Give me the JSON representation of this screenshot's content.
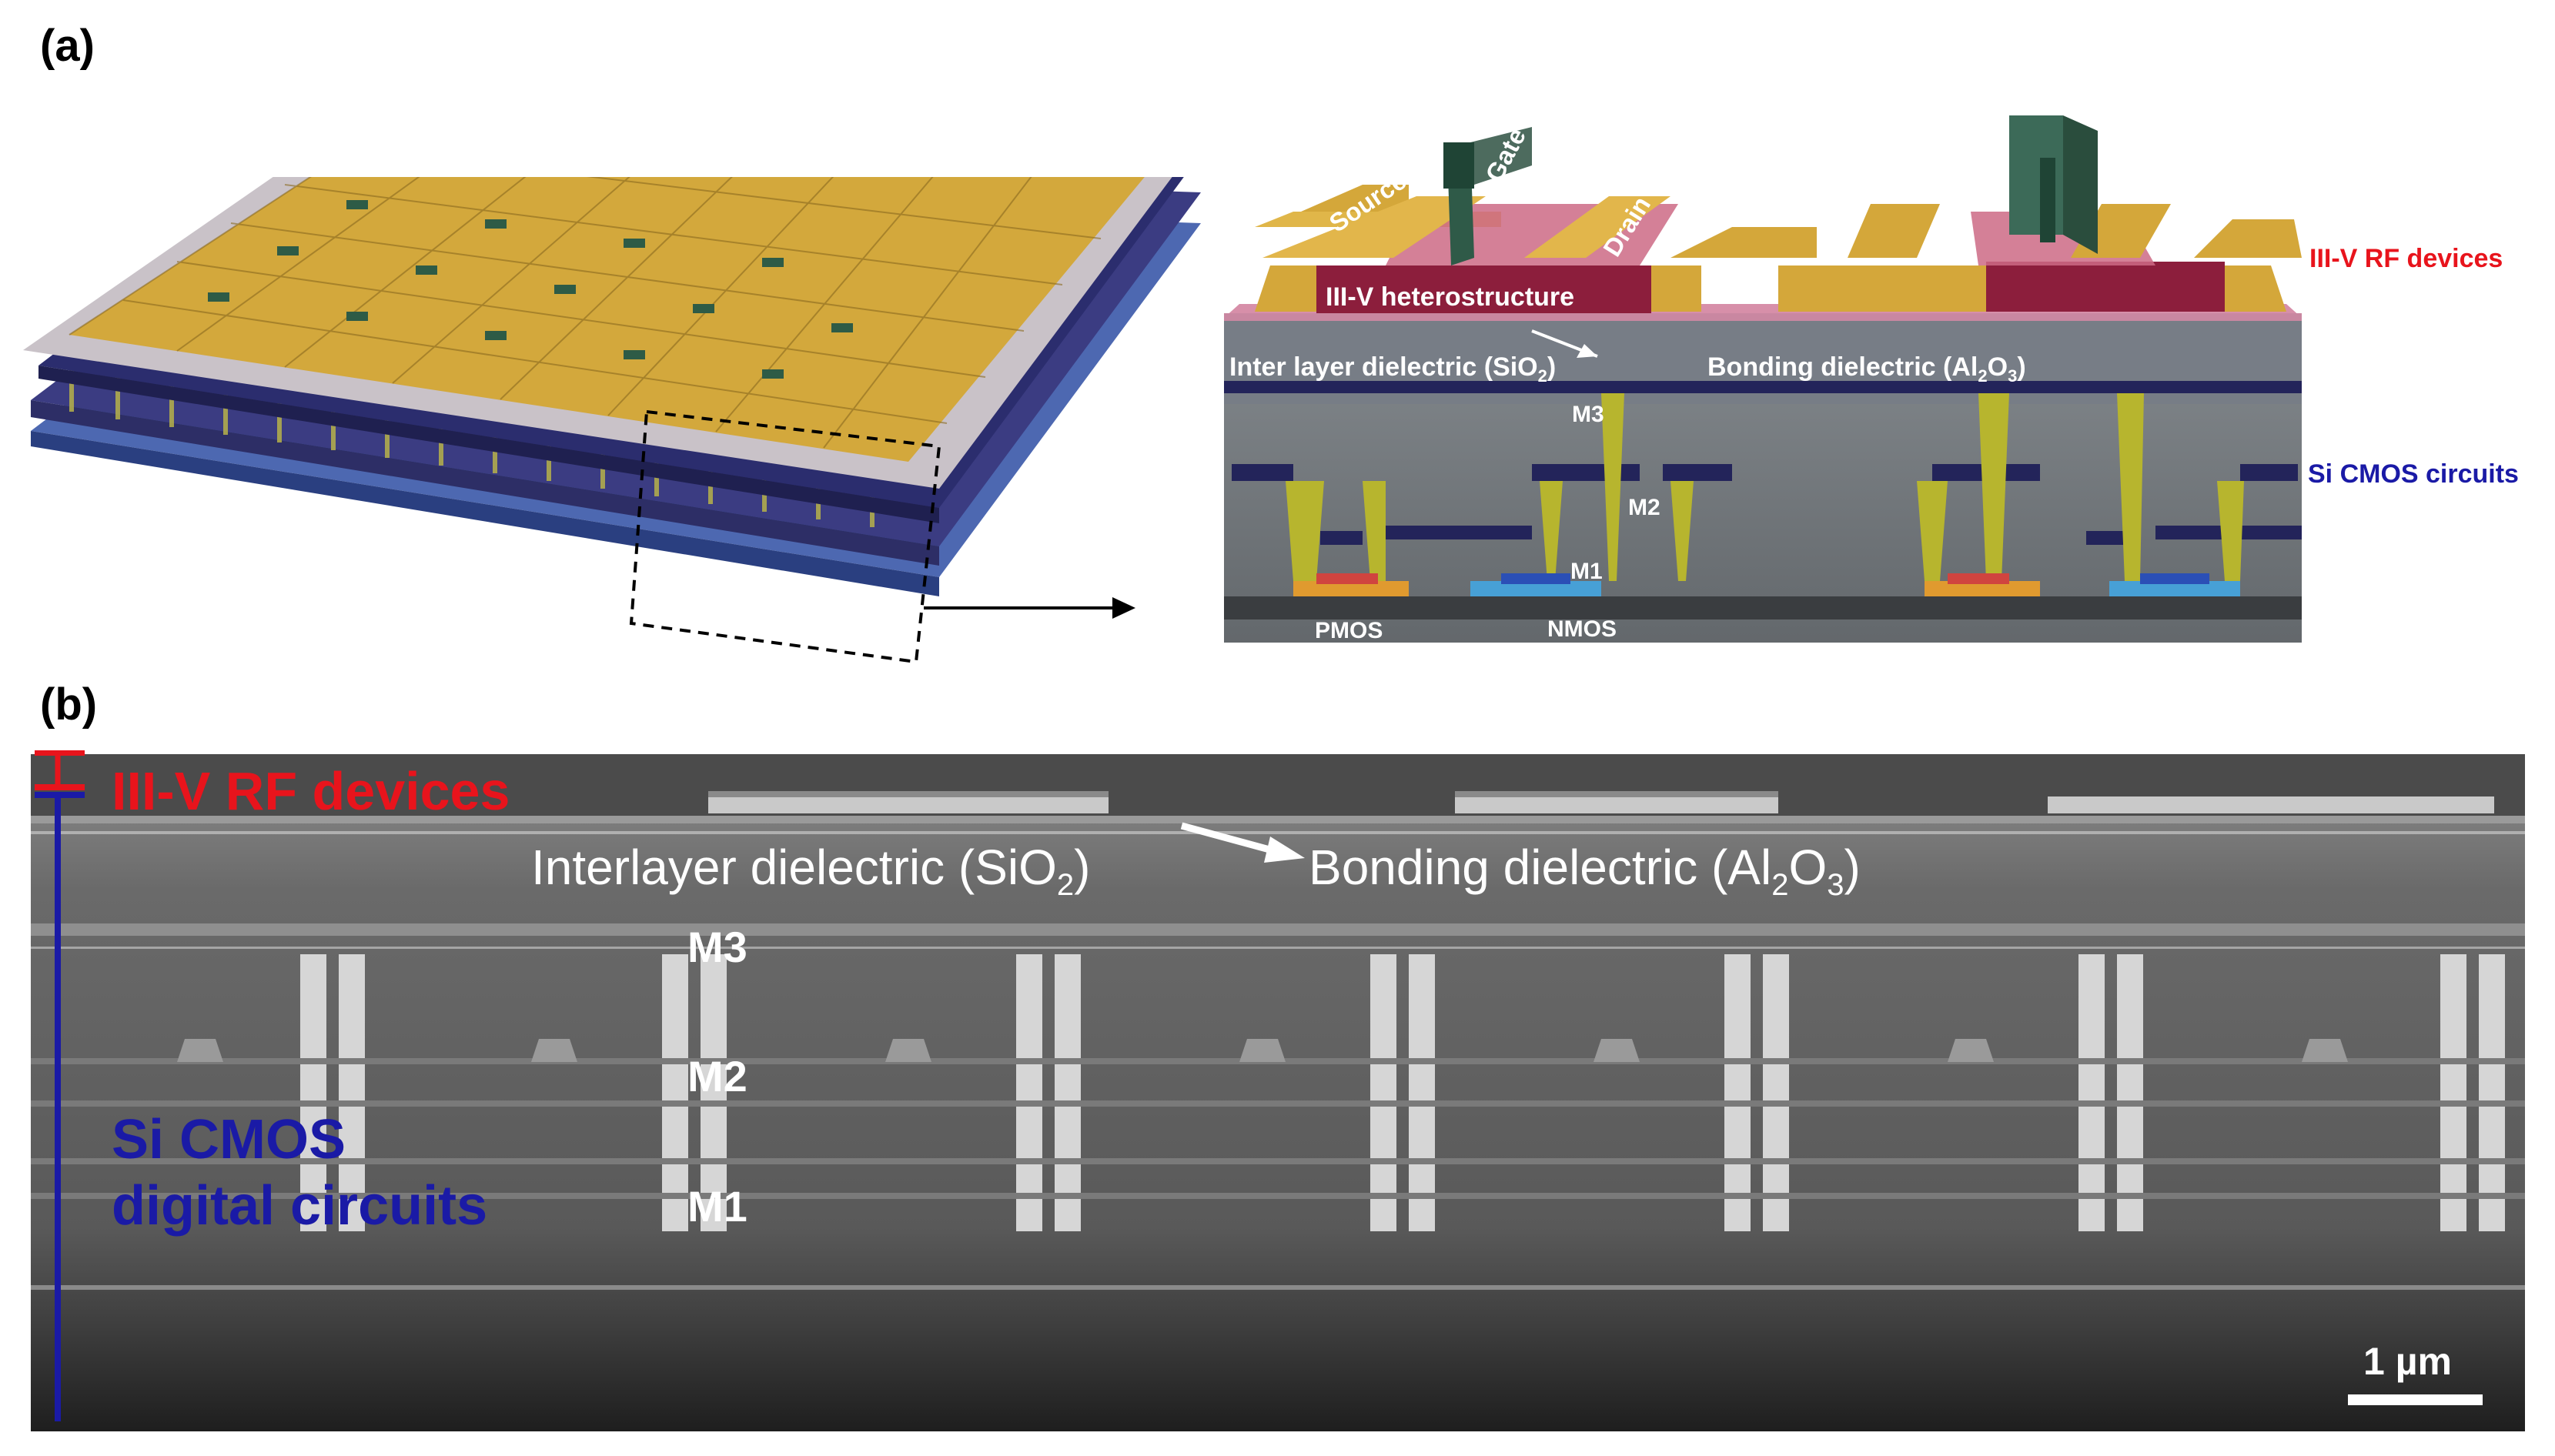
{
  "panel_a": {
    "label": "(a)",
    "labels": {
      "source": "Source",
      "gate": "Gate",
      "drain": "Drain",
      "heterostructure": "III-V heterostructure",
      "ild_pre": "Inter layer dielectric (SiO",
      "ild_sub": "2",
      "ild_post": ")",
      "bond_pre": "Bonding dielectric (Al",
      "bond_sub1": "2",
      "bond_mid": "O",
      "bond_sub2": "3",
      "bond_post": ")",
      "m3": "M3",
      "m2": "M2",
      "m1": "M1",
      "pmos": "PMOS",
      "nmos": "NMOS",
      "rf_devices": "III-V RF devices",
      "cmos_circuits": "Si CMOS circuits"
    }
  },
  "panel_b": {
    "label": "(b)",
    "labels": {
      "rf_devices": "III-V RF devices",
      "ild_pre": "Interlayer dielectric (SiO",
      "ild_sub": "2",
      "ild_post": ")",
      "bond_pre": "Bonding dielectric (Al",
      "bond_sub1": "2",
      "bond_mid": "O",
      "bond_sub2": "3",
      "bond_post": ")",
      "m3": "M3",
      "m2": "M2",
      "m1": "M1",
      "cmos_line1": "Si CMOS",
      "cmos_line2": "digital circuits",
      "scale_bar": "1 µm"
    }
  },
  "colors": {
    "rf_red": "#e8141c",
    "cmos_blue": "#1a1aa6",
    "gold": "#d8a93a",
    "metal_navy": "#23245a",
    "hetero_red": "#8c1e3c",
    "gate_green": "#2f5a48"
  }
}
